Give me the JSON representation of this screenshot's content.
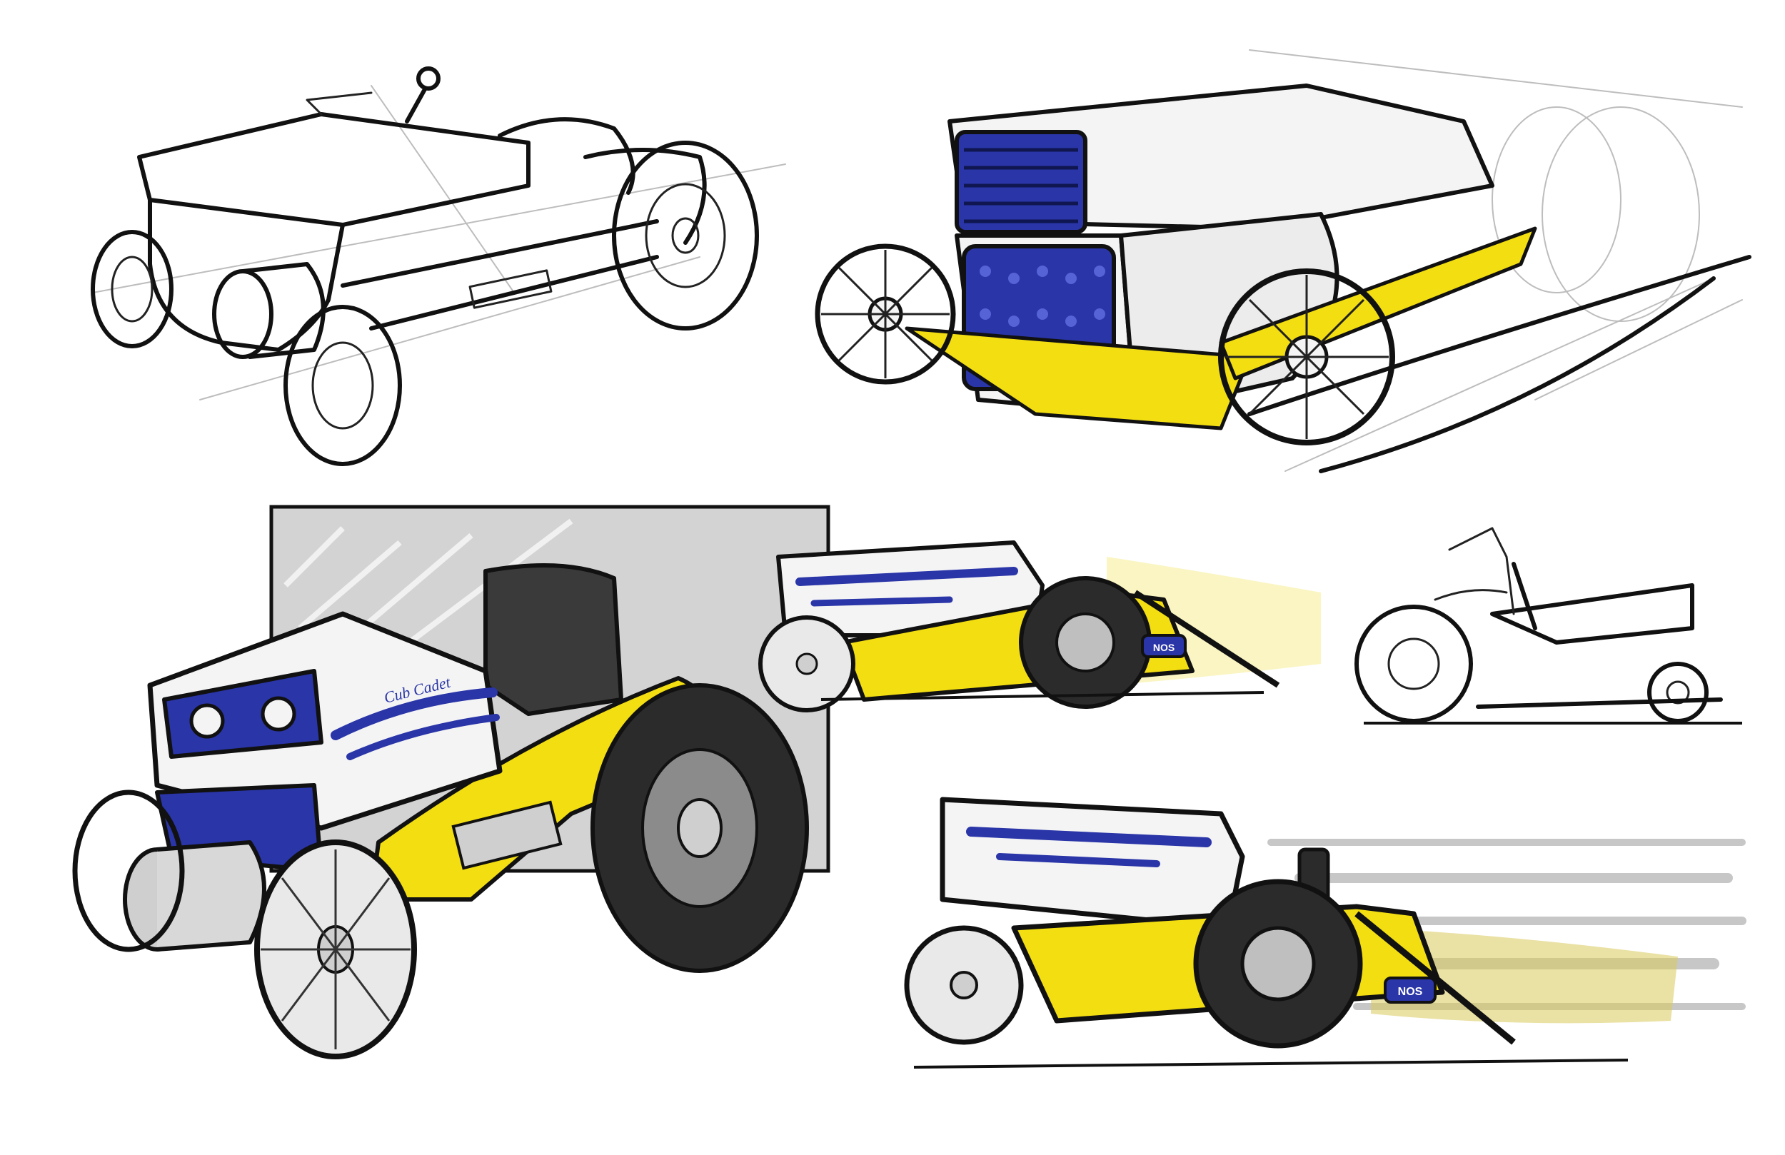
{
  "decals": {
    "hood_script": "Cub Cadet",
    "nos_label_1": "NOS",
    "nos_label_2": "NOS"
  },
  "colors": {
    "ink": "#111111",
    "paper": "#ffffff",
    "body_white": "#f4f4f4",
    "accent_blue": "#2a35a8",
    "accent_yellow": "#f3de12",
    "tire_dark": "#2b2b2b",
    "seat_dark": "#3a3a3a",
    "panel_grey": "#d3d3d3",
    "guide_grey": "#bdbdbd"
  }
}
